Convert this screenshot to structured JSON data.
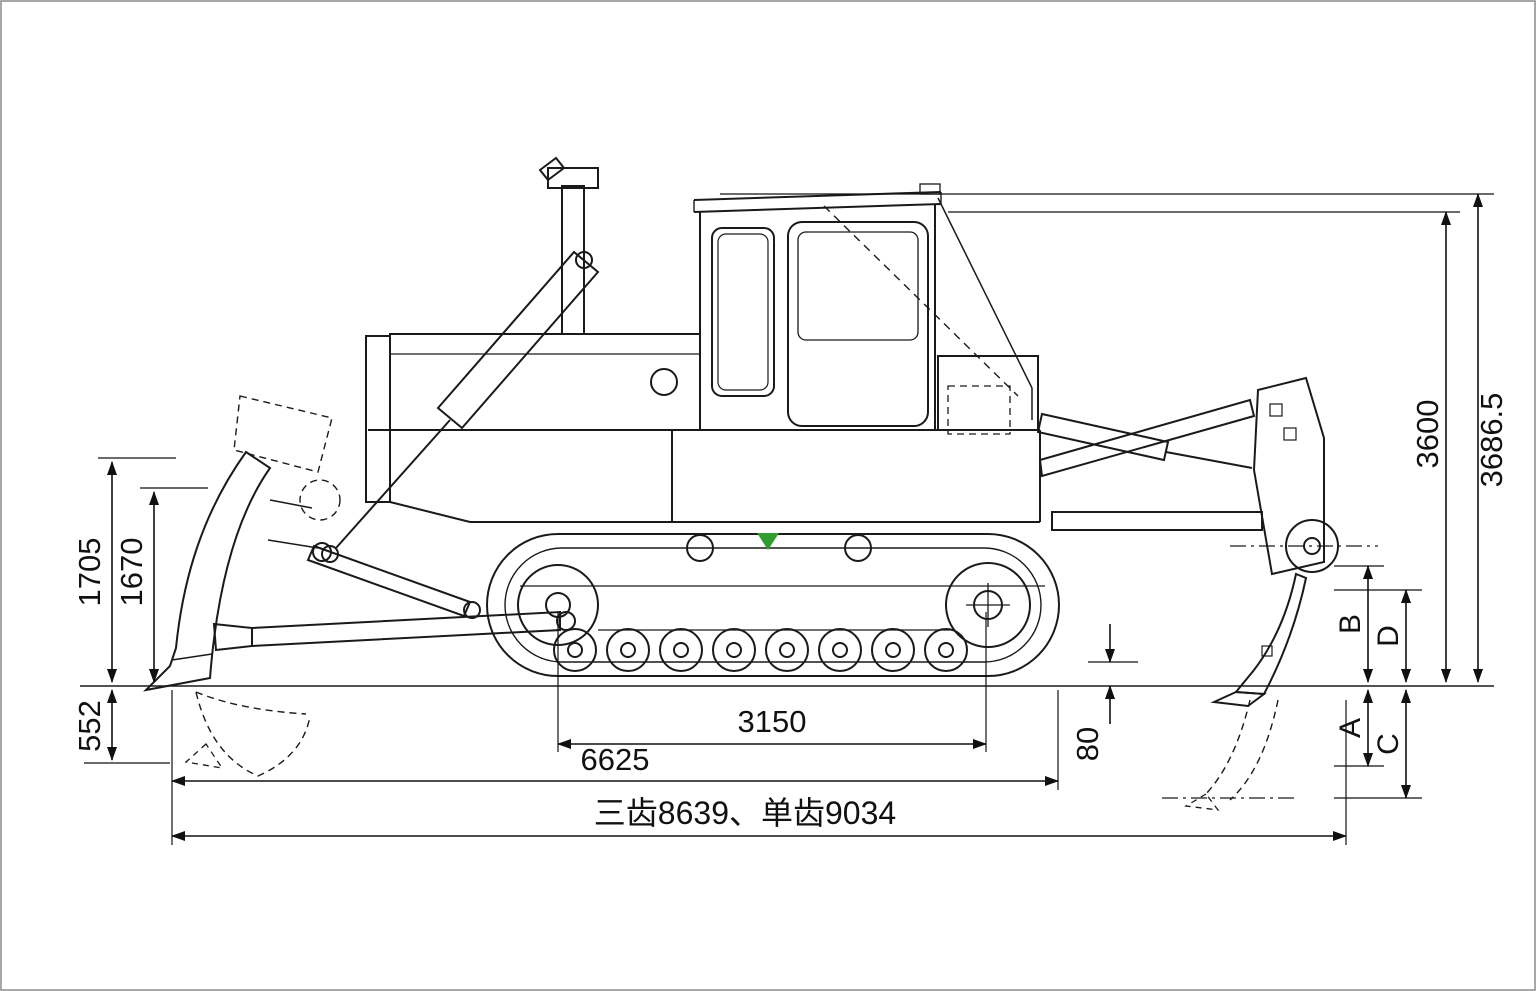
{
  "diagram": {
    "dims": {
      "h1705": "1705",
      "h1670": "1670",
      "d552": "552",
      "l3150": "3150",
      "l6625": "6625",
      "overall": "三齿8639、单齿9034",
      "g80": "80",
      "h3600": "3600",
      "h3686": "3686.5",
      "b": "B",
      "d": "D",
      "a": "A",
      "c": "C"
    },
    "colors": {
      "line": "#1a1a1a",
      "accent_green": "#2f9e2f"
    }
  }
}
